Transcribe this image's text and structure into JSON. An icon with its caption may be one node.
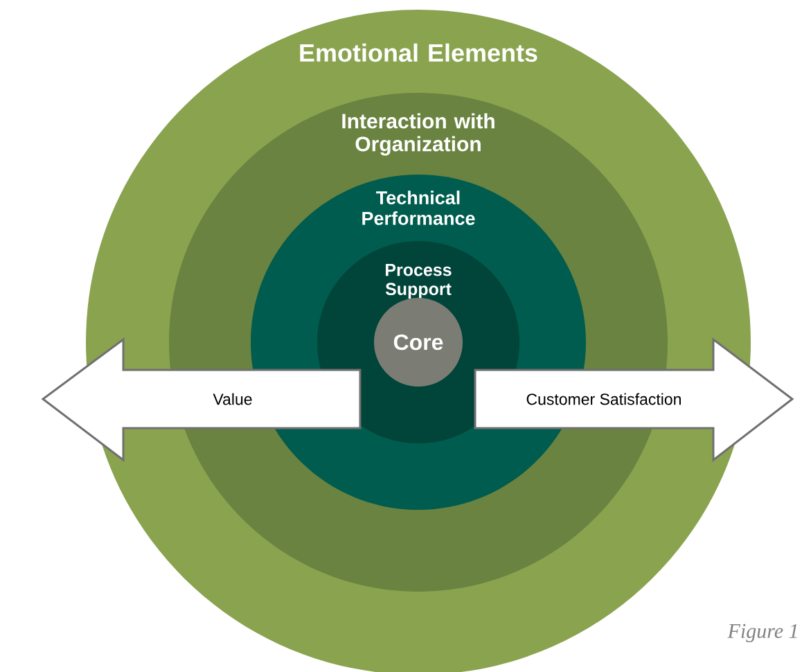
{
  "diagram": {
    "nodes": [
      {
        "text": [
          "Emotional Elements"
        ]
      },
      {
        "text": [
          "Interaction with Organization"
        ],
        "in": 0
      },
      {
        "text": [
          "Technical Performance"
        ],
        "in": 1
      },
      {
        "text": [
          "Process Support"
        ],
        "in": 2
      },
      {
        "text": [
          "Core"
        ],
        "in": 3
      },
      {
        "text": [
          "Value"
        ]
      },
      {
        "text": [
          "Customer Satisfaction"
        ]
      }
    ],
    "edges": [],
    "labels": [
      "Figure 1"
    ]
  }
}
